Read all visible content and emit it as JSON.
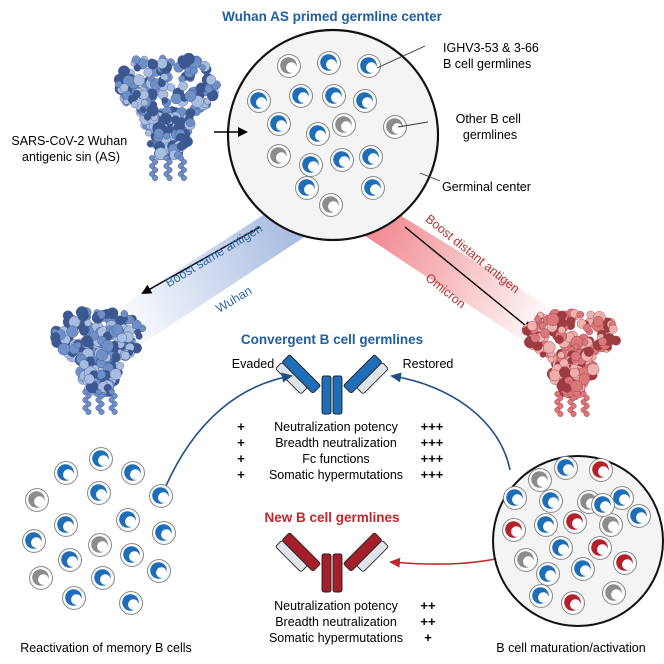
{
  "title": "Wuhan AS primed germline center",
  "antigen_label": [
    "SARS-CoV-2 Wuhan",
    "antigenic sin (AS)"
  ],
  "callouts": {
    "ighv": [
      "IGHV3-53 & 3-66",
      "B cell germlines"
    ],
    "other": [
      "Other B cell",
      "germlines"
    ],
    "gc": "Germinal center"
  },
  "branches": {
    "left_top": "Boost same antigen",
    "left_bottom": "Wuhan",
    "right_top": "Boost distant antigen",
    "right_bottom": "Omicron"
  },
  "convergent": {
    "title": "Convergent B cell germlines",
    "evaded": "Evaded",
    "restored": "Restored",
    "rows": [
      {
        "left": "+",
        "label": "Neutralization potency",
        "right": "+++"
      },
      {
        "left": "+",
        "label": "Breadth neutralization",
        "right": "+++"
      },
      {
        "left": "+",
        "label": "Fc functions",
        "right": "+++"
      },
      {
        "left": "+",
        "label": "Somatic hypermutations",
        "right": "+++"
      }
    ]
  },
  "newgerm": {
    "title": "New B cell germlines",
    "rows": [
      {
        "label": "Neutralization potency",
        "right": "++"
      },
      {
        "label": "Breadth neutralization",
        "right": "++"
      },
      {
        "label": "Somatic hypermutations",
        "right": "+"
      }
    ]
  },
  "bottom": {
    "left": "Reactivation of memory B cells",
    "right": "B cell maturation/activation"
  },
  "colors": {
    "blue_title": "#1f5fa0",
    "red_title": "#c0282d",
    "blue_cell": "#1e6db8",
    "gray_cell": "#8c8c8c",
    "red_cell": "#b3212b",
    "blue_label": "#2f67a8",
    "red_label": "#b5342f"
  }
}
